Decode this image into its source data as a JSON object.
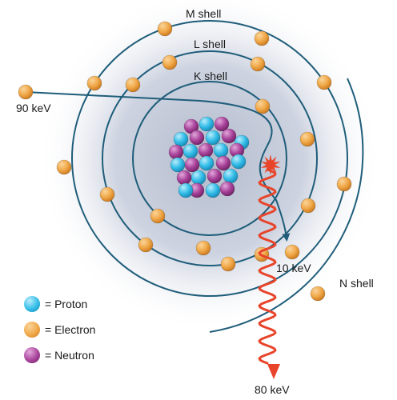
{
  "labels": {
    "m_shell": "M shell",
    "l_shell": "L shell",
    "k_shell": "K shell",
    "n_shell": "N shell",
    "incident_energy": "90 keV",
    "scattered_energy": "10 keV",
    "photon_energy": "80 keV"
  },
  "legend": [
    {
      "key": "proton",
      "symbol": "= Proton",
      "color": "#33bde8"
    },
    {
      "key": "electron",
      "symbol": "= Electron",
      "color": "#f0a848"
    },
    {
      "key": "neutron",
      "symbol": "= Neutron",
      "color": "#a8439a"
    }
  ],
  "colors": {
    "shell_line": "#1f5d7a",
    "background_glow": "#c7cedf",
    "photon": "#e8442a",
    "burst": "#e8442a"
  },
  "icons": {
    "interaction": "starburst-icon",
    "photon": "wavy-arrow-icon"
  }
}
